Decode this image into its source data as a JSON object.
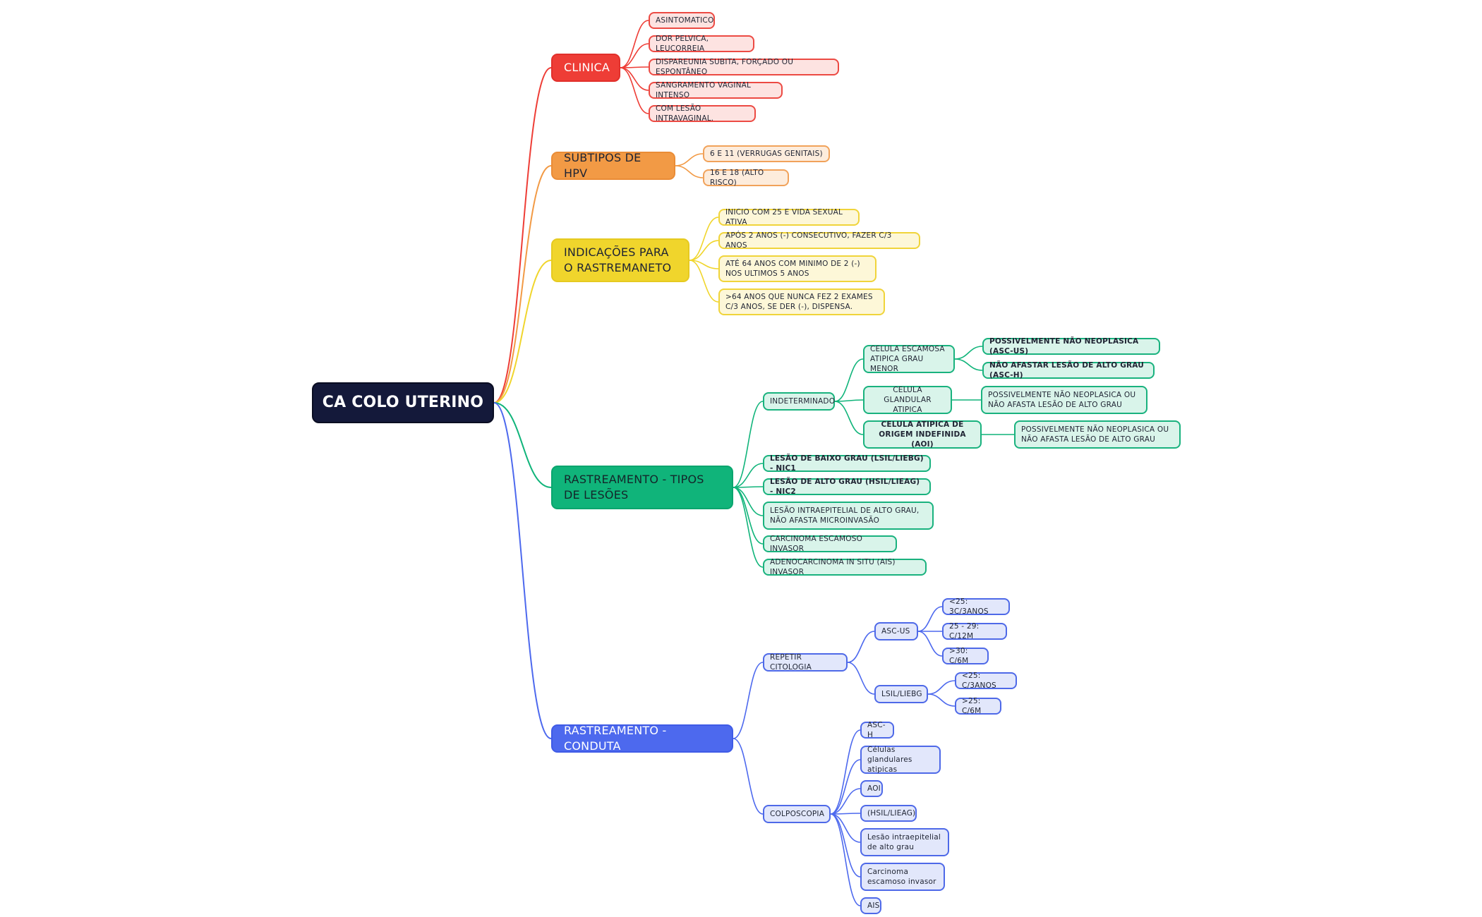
{
  "colors": {
    "root": "#14193a",
    "clinica": "#ee3d36",
    "hpv": "#f29a45",
    "indicacoes": "#f0d52c",
    "lesoes": "#10b47a",
    "conduta": "#4d69ee"
  },
  "root": {
    "label": "CA COLO UTERINO"
  },
  "clinica": {
    "label": "CLINICA",
    "items": [
      "ASINTOMATICO",
      "DOR PELVICA, LEUCORREIA",
      "DISPAREUNIA SUBITA, FORÇADO OU ESPONTÂNEO",
      "SANGRAMENTO VAGINAL INTENSO",
      "COM LESÃO INTRAVAGINAL."
    ]
  },
  "hpv": {
    "label": "SUBTIPOS DE HPV",
    "items": [
      "6 E 11 (VERRUGAS GENITAIS)",
      "16 E 18 (ALTO RISCO)"
    ]
  },
  "indicacoes": {
    "label": "INDICAÇÕES PARA O RASTREMANETO",
    "items": [
      "INICIO COM 25 E VIDA SEXUAL ATIVA",
      "APÓS 2 ANOS (-) CONSECUTIVO, FAZER C/3 ANOS",
      "ATÉ 64 ANOS COM MINIMO DE 2 (-) NOS ULTIMOS 5 ANOS",
      ">64 ANOS QUE NUNCA FEZ 2 EXAMES C/3 ANOS, SE DER (-), DISPENSA."
    ]
  },
  "lesoes": {
    "label": "RASTREAMENTO - TIPOS DE LESÕES",
    "indeterminado": {
      "label": "INDETERMINADO",
      "escamosa": {
        "label": "CELULA ESCAMOSA ATIPICA GRAU MENOR",
        "items": [
          "POSSIVELMENTE NÃO NEOPLASICA (ASC-US)",
          "NÃO AFASTAR LESÃO DE ALTO GRAU (ASC-H)"
        ]
      },
      "glandular": {
        "label": "CELULA GLANDULAR ATIPICA",
        "item": "POSSIVELMENTE NÃO NEOPLASICA OU NÃO AFASTA LESÃO DE ALTO GRAU"
      },
      "aoi": {
        "label": "CELULA ATIPICA DE ORIGEM INDEFINIDA (AOI)",
        "item": "POSSIVELMENTE NÃO NEOPLASICA OU NÃO AFASTA LESÃO DE ALTO GRAU"
      }
    },
    "items": [
      "LESÃO DE BAIXO GRAU (LSIL/LIEBG) - NIC1",
      "LESÃO DE ALTO GRAU (HSIL/LIEAG) - NIC2",
      "LESÃO INTRAEPITELIAL DE ALTO GRAU, NÃO AFASTA MICROINVASÃO",
      "CARCINOMA ESCAMOSO INVASOR",
      "ADENOCARCINOMA IN SITU (AIS) INVASOR"
    ]
  },
  "conduta": {
    "label": "RASTREAMENTO - CONDUTA",
    "repetir": {
      "label": "REPETIR CITOLOGIA",
      "ascus": {
        "label": "ASC-US",
        "items": [
          "<25: 3C/3ANOS",
          "25 - 29: C/12M",
          ">30: C/6M"
        ]
      },
      "lsil": {
        "label": "LSIL/LIEBG",
        "items": [
          "<25: C/3ANOS",
          ">25: C/6M"
        ]
      }
    },
    "colposcopia": {
      "label": "COLPOSCOPIA",
      "items": [
        "ASC-H",
        "Células glandulares atipicas",
        "AOI",
        "(HSIL/LIEAG)",
        "Lesão intraepitelial de alto grau",
        "Carcinoma escamoso invasor",
        "AIS"
      ]
    }
  }
}
